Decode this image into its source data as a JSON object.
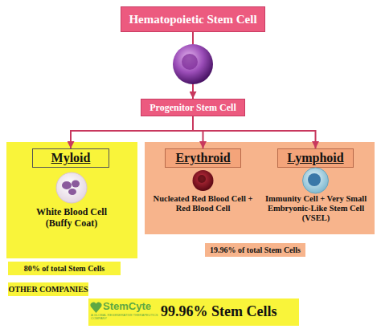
{
  "diagram": {
    "nodes": [
      {
        "text": [
          "Hematopoietic Stem Cell"
        ]
      },
      {
        "text": [
          "Progenitor Stem Cell"
        ]
      },
      {
        "text": [
          "White Blood Cell (Buffy Coat)"
        ]
      },
      {
        "text": [
          "Myloid"
        ],
        "in": 2
      },
      {
        "text": [
          "Nucleated Red Blood Cell + Red Blood Cell",
          "Immunity Cell + Very Small Embryonic-Like Stem Cell (VSEL)"
        ]
      },
      {
        "text": [
          "Erythroid"
        ],
        "in": 4
      },
      {
        "text": [
          "Lymphoid"
        ],
        "in": 4
      },
      {
        "text": [
          "80% of total Stem Cells"
        ]
      },
      {
        "text": [
          "OTHER COMPANIES"
        ]
      },
      {
        "text": [
          "19.96% of total Stem Cells"
        ]
      },
      {
        "text": [
          "StemCyte",
          "A GLOBAL REGENERATIVE THERAPEUTICS COMPANY",
          "99.96% Stem Cells"
        ]
      }
    ],
    "edges": [
      {
        "from": 0,
        "to": 1,
        "arrow": "to"
      },
      {
        "from": 1,
        "to": 3,
        "arrow": "to"
      },
      {
        "from": 1,
        "to": 5,
        "arrow": "to"
      },
      {
        "from": 1,
        "to": 6,
        "arrow": "to"
      }
    ]
  }
}
